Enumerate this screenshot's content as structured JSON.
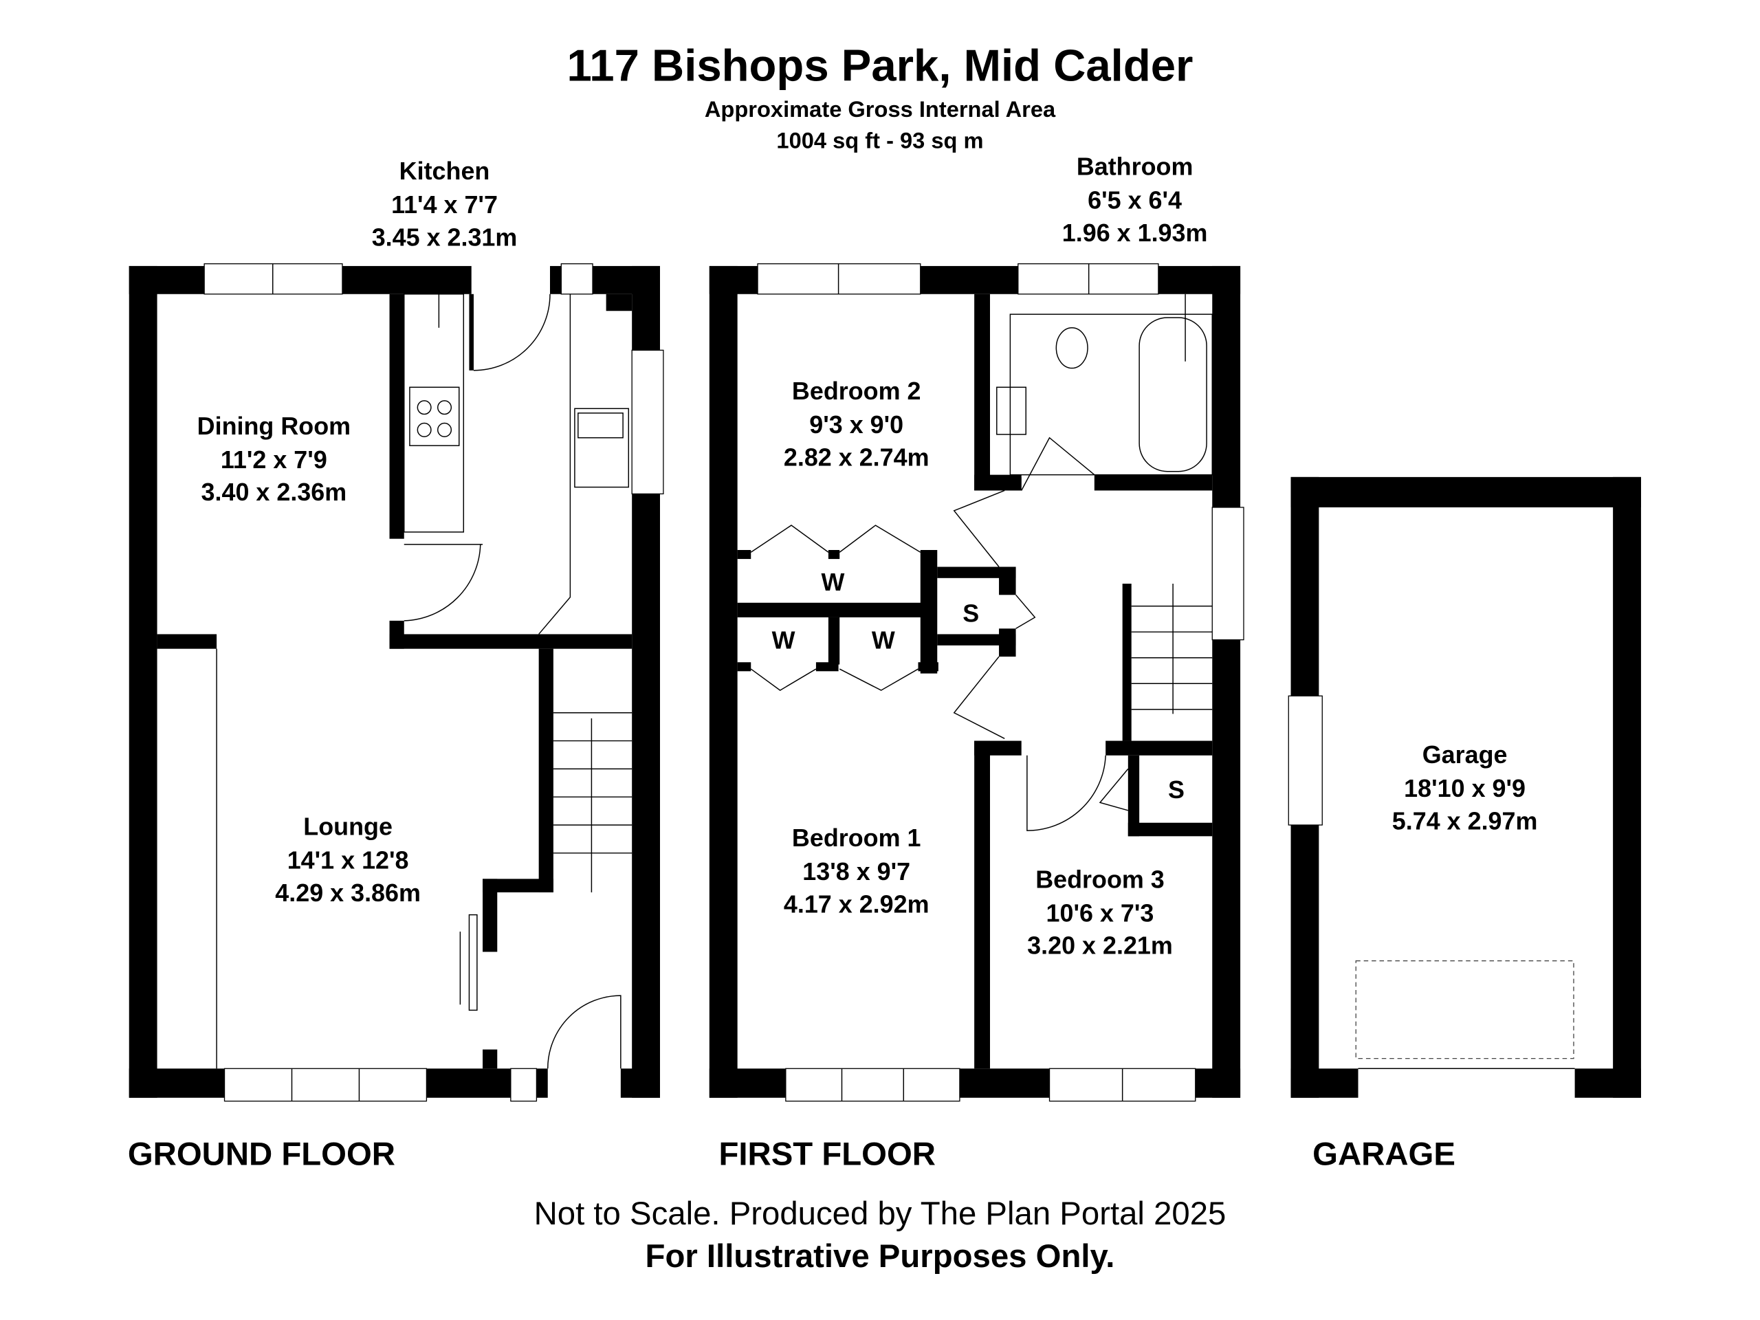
{
  "header": {
    "title": "117 Bishops Park, Mid Calder",
    "subtitle": "Approximate Gross Internal Area",
    "area": "1004 sq ft - 93 sq m"
  },
  "floors": {
    "ground": "GROUND FLOOR",
    "first": "FIRST FLOOR",
    "garage": "GARAGE"
  },
  "rooms": {
    "kitchen": {
      "name": "Kitchen",
      "imperial": "11'4 x 7'7",
      "metric": "3.45 x 2.31m"
    },
    "dining": {
      "name": "Dining Room",
      "imperial": "11'2 x 7'9",
      "metric": "3.40 x 2.36m"
    },
    "lounge": {
      "name": "Lounge",
      "imperial": "14'1 x 12'8",
      "metric": "4.29 x 3.86m"
    },
    "bathroom": {
      "name": "Bathroom",
      "imperial": "6'5 x 6'4",
      "metric": "1.96 x 1.93m"
    },
    "bedroom2": {
      "name": "Bedroom 2",
      "imperial": "9'3 x 9'0",
      "metric": "2.82 x 2.74m"
    },
    "bedroom1": {
      "name": "Bedroom 1",
      "imperial": "13'8 x 9'7",
      "metric": "4.17 x 2.92m"
    },
    "bedroom3": {
      "name": "Bedroom 3",
      "imperial": "10'6 x 7'3",
      "metric": "3.20 x 2.21m"
    },
    "garage": {
      "name": "Garage",
      "imperial": "18'10 x 9'9",
      "metric": "5.74 x 2.97m"
    }
  },
  "labels": {
    "wardrobe": "W",
    "store": "S"
  },
  "footer": {
    "note": "Not to Scale. Produced by The Plan Portal 2025",
    "disclaimer": "For Illustrative Purposes Only."
  }
}
